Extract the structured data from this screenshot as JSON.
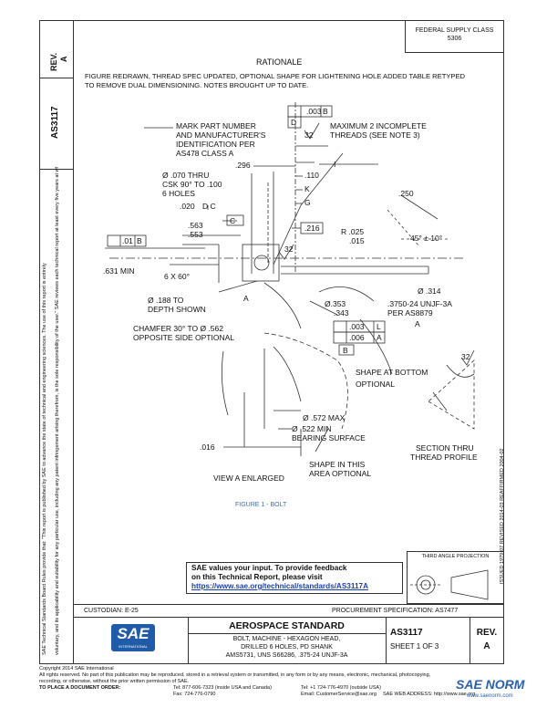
{
  "sidebar": {
    "rev_label": "REV.",
    "rev_value": "A",
    "doc_number": "AS3117",
    "legal_text_1": "SAE Technical Standards Board Rules provide that: \"This report is published by SAE to advance the state of technical and engineering sciences. The use of this report is entirely",
    "legal_text_2": "voluntary, and its applicability and suitability for any particular use, including any patent infringement arising therefrom, is the sole responsibility of the user.\" SAE reviews each technical report at least every five years at which time it may be revised, reaffirmed, stabilized, or cancelled. SAE invites your written comments and suggestions.",
    "issue_text": "ISSUED 1979-07     REVISED 2014-03     REAFFIRMED 2004-02"
  },
  "header": {
    "federal_class_line1": "FEDERAL SUPPLY CLASS",
    "federal_class_line2": "5306",
    "rationale_title": "RATIONALE",
    "rationale_line1": "FIGURE REDRAWN, THREAD SPEC UPDATED, OPTIONAL SHAPE FOR LIGHTENING HOLE ADDED TABLE RETYPED",
    "rationale_line2": "TO REMOVE DUAL DIMENSIONING. NOTES BROUGHT UP TO DATE."
  },
  "drawing": {
    "mark_part_line1": "MARK PART NUMBER",
    "mark_part_line2": "AND MANUFACTURER'S",
    "mark_part_line3": "IDENTIFICATION PER",
    "mark_part_line4": "AS478 CLASS A",
    "max_incomplete_line1": "MAXIMUM 2 INCOMPLETE",
    "max_incomplete_line2": "THREADS (SEE NOTE 3)",
    "fcf_top_value": ".003",
    "fcf_top_datum": "B",
    "datum_d": "D",
    "dim_32_top": "32",
    "dim_296": ".296",
    "dim_110": ".110",
    "label_k": "K",
    "label_g": "G",
    "label_i": "I",
    "dim_250": ".250",
    "dim_070_line1": "Ø .070 THRU",
    "dim_070_line2": "CSK 90° TO .100",
    "dim_070_line3": "6 HOLES",
    "dim_020": ".020",
    "dim_020_datums": "D  C",
    "dim_563": ".563",
    "dim_553": ".553",
    "label_c": "C",
    "dim_216": ".216",
    "dim_r025": "R .025",
    "dim_r015": ".015",
    "angle_45": "45° ± 10°",
    "fcf_left_value": ".01",
    "fcf_left_datum": "B",
    "dim_32_mid": "32",
    "dim_631": ".631 MIN",
    "dim_6x60": "6 X 60°",
    "dim_314": "Ø .314",
    "dim_188_line1": "Ø .188 TO",
    "dim_188_line2": "DEPTH SHOWN",
    "label_a_left": "A",
    "dim_353": "Ø.353",
    "dim_343": ".343",
    "thread_line1": ".3750-24 UNJF-3A",
    "thread_line2": "PER AS8879",
    "label_a_right": "A",
    "chamfer_line1": "CHAMFER 30° TO Ø .562",
    "chamfer_line2": "OPPOSITE SIDE OPTIONAL",
    "fcf_003_value": ".003",
    "fcf_003_mod": "L",
    "fcf_006_value": ".006",
    "fcf_006_datum": "A",
    "datum_b": "B",
    "shape_bottom_line1": "SHAPE AT BOTTOM",
    "shape_bottom_line2": "OPTIONAL",
    "dim_32_bottom": "32",
    "dim_572": "Ø .572 MAX",
    "dim_522_line1": "Ø .522 MIN",
    "dim_522_line2": "BEARING SURFACE",
    "dim_016": ".016",
    "section_line1": "SECTION THRU",
    "section_line2": "THREAD PROFILE",
    "shape_hole_line1": "SHAPE IN THIS",
    "shape_hole_line2": "AREA OPTIONAL",
    "view_a": "VIEW A ENLARGED",
    "figure_caption": "FIGURE 1 - BOLT"
  },
  "feedback": {
    "line1": "SAE values your input. To provide feedback",
    "line2": "on this Technical Report, please visit",
    "url": "https://www.sae.org/technical/standards/AS3117A"
  },
  "projection": {
    "label": "THIRD ANGLE PROJECTION"
  },
  "title_block": {
    "custodian": "CUSTODIAN: E-25",
    "procurement": "PROCUREMENT SPECIFICATION: AS7477",
    "logo_text": "SAE",
    "logo_sub": "INTERNATIONAL",
    "standard": "AEROSPACE STANDARD",
    "title_line1": "BOLT, MACHINE - HEXAGON HEAD,",
    "title_line2": "DRILLED 6 HOLES, PD SHANK",
    "title_line3": "AMS5731, UNS S66286, .375-24 UNJF-3A",
    "doc_number": "AS3117",
    "sheet": "SHEET 1 OF 3",
    "rev_label": "REV.",
    "rev_value": "A"
  },
  "footer": {
    "copyright": "Copyright 2014 SAE International",
    "rights": "All rights reserved. No part of this publication may be reproduced, stored in a retrieval system or transmitted, in any form or by any means, electronic, mechanical, photocopying,",
    "rights2": "recording, or otherwise, without the prior written permission of SAE.",
    "order_label": "TO PLACE A DOCUMENT ORDER:",
    "tel": "Tel: 877-606-7323 (inside USA and Canada)",
    "tel2": "Tel: +1 724-776-4970 (outside USA)",
    "fax": "Fax: 724-776-0790",
    "email": "Email: CustomerService@sae.org",
    "web": "SAE WEB ADDRESS: http://www.sae.org",
    "watermark": "SAE NORM",
    "watermark_sub": "www.saenorm.com"
  },
  "colors": {
    "line": "#333333",
    "link": "#1a3fb0",
    "caption": "#3a6fb5",
    "watermark": "#2a60b0"
  }
}
